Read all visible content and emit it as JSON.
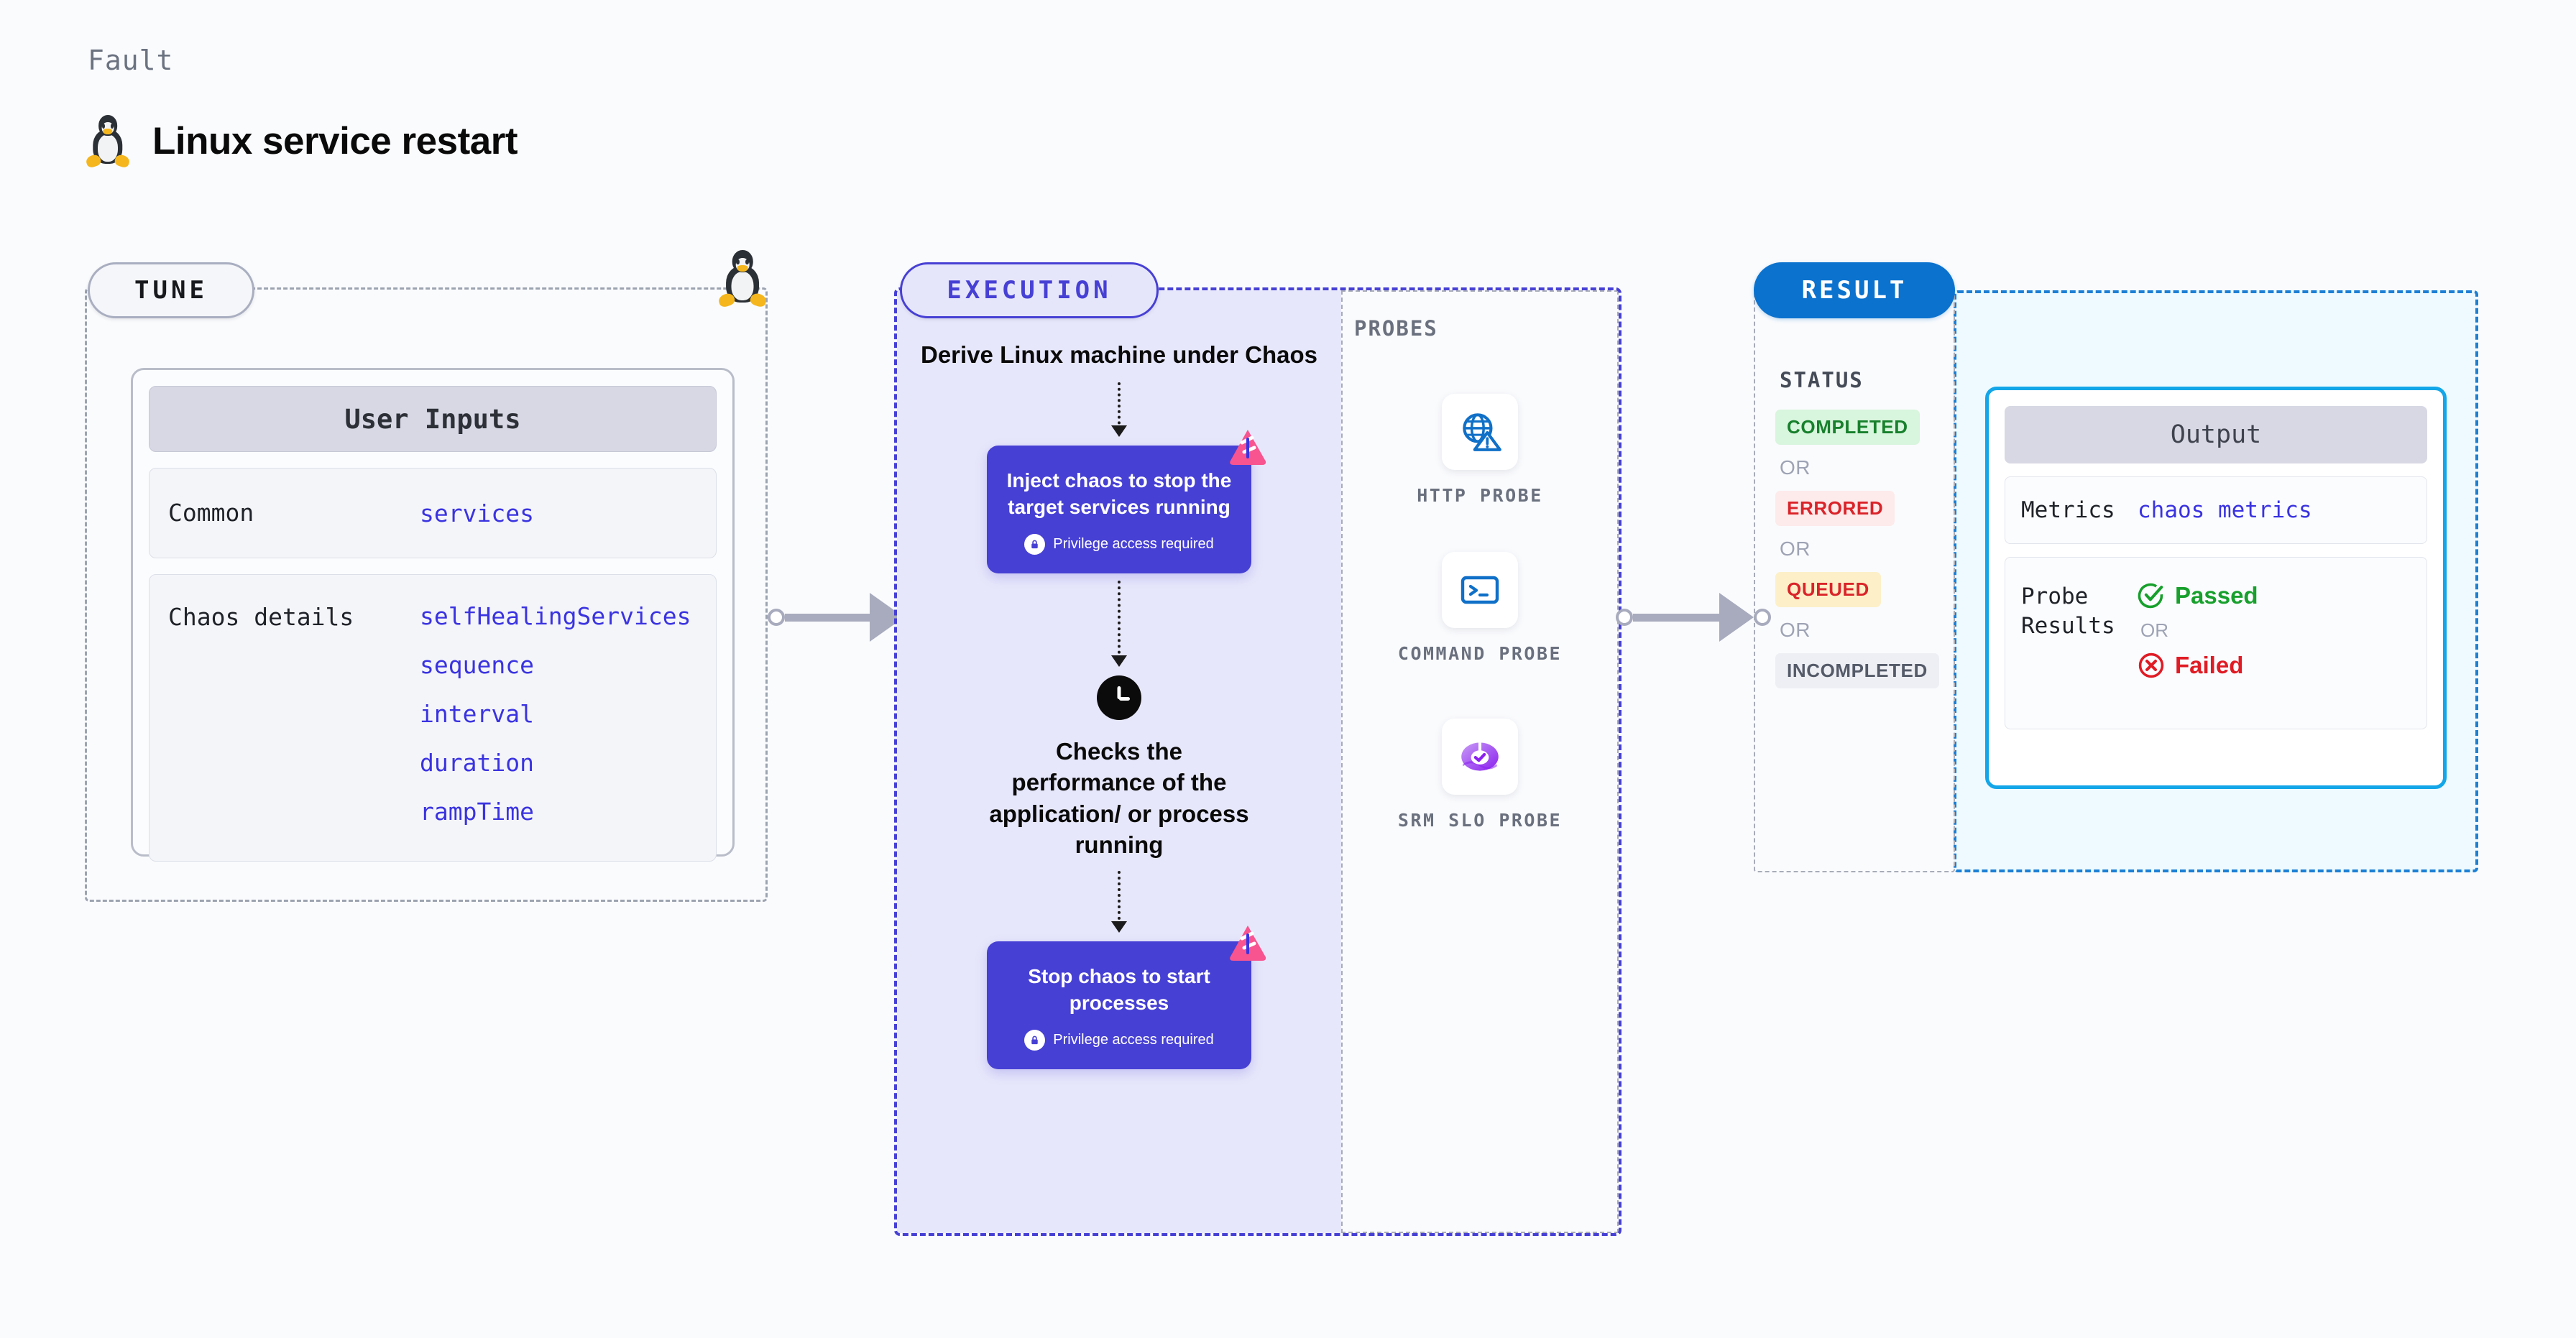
{
  "header": {
    "eyebrow": "Fault",
    "title": "Linux service restart",
    "icon": "linux-tux-icon"
  },
  "tune": {
    "pill_label": "TUNE",
    "corner_icon": "linux-tux-icon",
    "card": {
      "header": "User Inputs",
      "groups": [
        {
          "label": "Common",
          "params": [
            "services"
          ]
        },
        {
          "label": "Chaos details",
          "params": [
            "selfHealingServices",
            "sequence",
            "interval",
            "duration",
            "rampTime"
          ]
        }
      ]
    }
  },
  "execution": {
    "pill_label": "EXECUTION",
    "steps": [
      {
        "kind": "text",
        "text": "Derive Linux machine under Chaos"
      },
      {
        "kind": "card",
        "title": "Inject chaos to stop the target services running",
        "note": "Privilege access required",
        "badge": "harness-logo-icon",
        "lock": "lock-icon"
      },
      {
        "kind": "clock",
        "icon": "clock-icon",
        "text": "Checks the performance of the application/ or process running"
      },
      {
        "kind": "card",
        "title": "Stop chaos to start processes",
        "note": "Privilege access required",
        "badge": "harness-logo-icon",
        "lock": "lock-icon"
      }
    ],
    "probes": {
      "title": "PROBES",
      "items": [
        {
          "name": "HTTP PROBE",
          "icon": "globe-warning-icon"
        },
        {
          "name": "COMMAND PROBE",
          "icon": "terminal-icon"
        },
        {
          "name": "SRM SLO PROBE",
          "icon": "slo-donut-check-icon"
        }
      ]
    }
  },
  "result": {
    "pill_label": "RESULT",
    "status_title": "STATUS",
    "or_label": "OR",
    "statuses": [
      {
        "label": "COMPLETED",
        "style": "b-completed"
      },
      {
        "label": "ERRORED",
        "style": "b-errored"
      },
      {
        "label": "QUEUED",
        "style": "b-queued"
      },
      {
        "label": "INCOMPLETED",
        "style": "b-incomplete"
      }
    ],
    "output": {
      "header": "Output",
      "metrics_label": "Metrics",
      "metrics_value": "chaos metrics",
      "probe_results_label": "Probe Results",
      "passed_label": "Passed",
      "failed_label": "Failed",
      "or_label": "OR"
    }
  },
  "colors": {
    "accent_violet": "#4740d4",
    "accent_blue": "#0b72ce",
    "accent_cyan": "#13a6e8",
    "badge_pink": "#f8548f",
    "pass_green": "#17a02c",
    "fail_red": "#e01b24"
  }
}
